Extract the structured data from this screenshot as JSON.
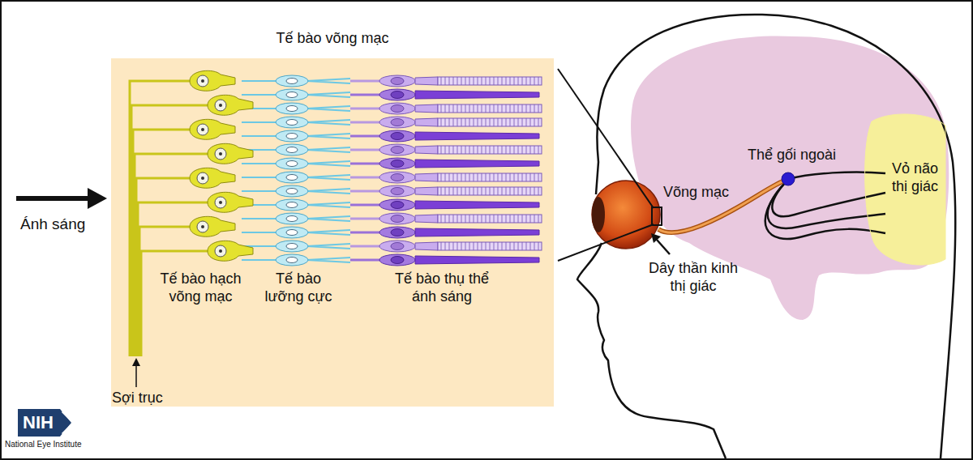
{
  "diagram": {
    "nodes": [
      {
        "text": [
          "Tế bào võng mạc"
        ]
      },
      {
        "text": [
          "Vỏ não thị giác"
        ]
      },
      {
        "text": [
          "NIH"
        ]
      }
    ],
    "labels": [
      "Ánh sáng",
      "Tế bào hạch võng mạc",
      "Tế bào lưỡng cực",
      "Tế bào thụ thể ánh sáng",
      "Sợi trục",
      "Thể gối ngoài",
      "Võng mạc",
      "Dây thần kinh thị giác",
      "National Eye Institute"
    ]
  }
}
